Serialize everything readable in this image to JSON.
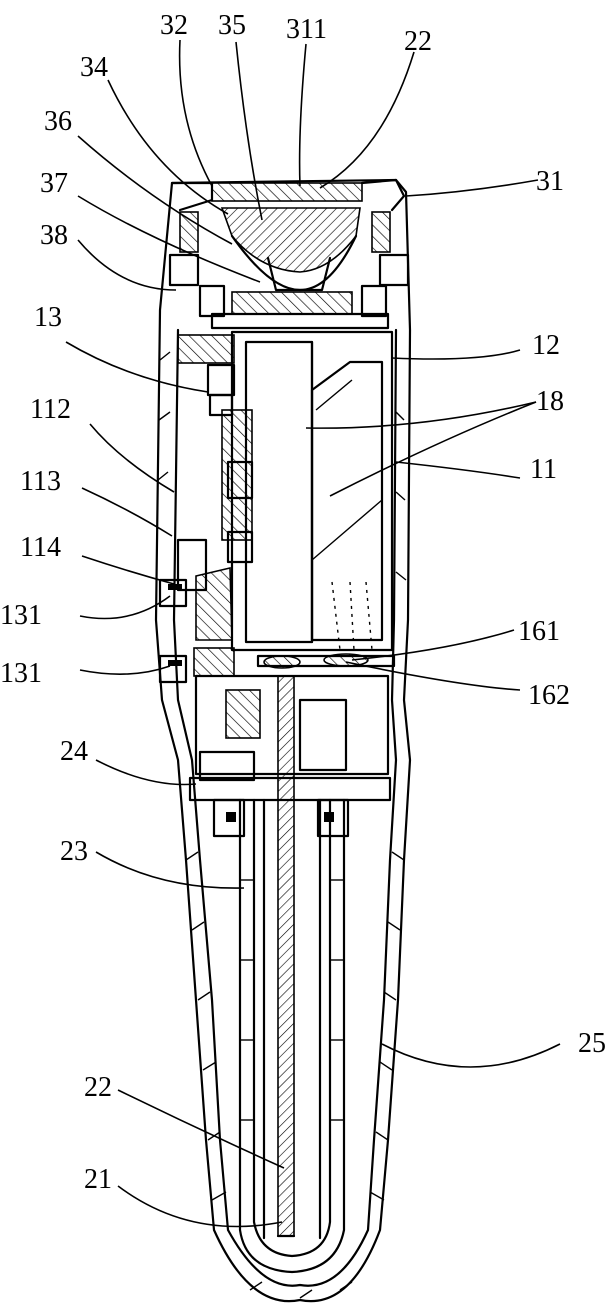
{
  "diagram": {
    "labels": {
      "l32": "32",
      "l35": "35",
      "l311": "311",
      "l22top": "22",
      "l34": "34",
      "l36": "36",
      "l31": "31",
      "l37": "37",
      "l38": "38",
      "l13": "13",
      "l12": "12",
      "l18": "18",
      "l112": "112",
      "l11": "11",
      "l113": "113",
      "l114": "114",
      "l131a": "131",
      "l161": "161",
      "l131b": "131",
      "l162": "162",
      "l24": "24",
      "l23": "23",
      "l25": "25",
      "l22bottom": "22",
      "l21": "21"
    }
  }
}
